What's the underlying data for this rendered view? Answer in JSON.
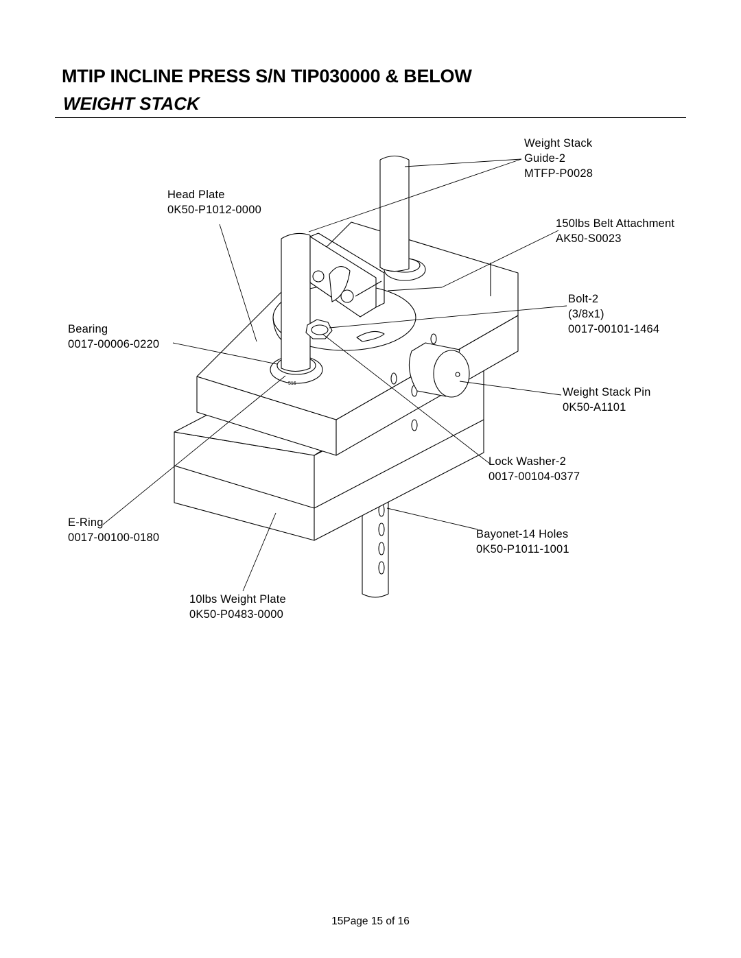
{
  "header": {
    "title": "MTIP INCLINE PRESS S/N TIP030000 & BELOW",
    "subtitle": "WEIGHT STACK"
  },
  "callouts": {
    "guide": {
      "line1": "Weight Stack",
      "line2": "Guide-2",
      "line3": "MTFP-P0028"
    },
    "head_plate": {
      "line1": "Head Plate",
      "line2": "0K50-P1012-0000"
    },
    "belt_attachment": {
      "line1": "150lbs Belt Attachment",
      "line2": "AK50-S0023"
    },
    "bolt": {
      "line1": "Bolt-2",
      "line2": "(3/8x1)",
      "line3": "0017-00101-1464"
    },
    "bearing": {
      "line1": "Bearing",
      "line2": "0017-00006-0220"
    },
    "pin": {
      "line1": "Weight Stack Pin",
      "line2": "0K50-A1101"
    },
    "lock_washer": {
      "line1": "Lock Washer-2",
      "line2": "0017-00104-0377"
    },
    "e_ring": {
      "line1": "E-Ring",
      "line2": "0017-00100-0180"
    },
    "bayonet": {
      "line1": "Bayonet-14 Holes",
      "line2": "0K50-P1011-1001"
    },
    "weight_plate": {
      "line1": "10lbs Weight Plate",
      "line2": "0K50-P0483-0000"
    }
  },
  "footer": {
    "page_label": "15Page 15 of 16"
  }
}
